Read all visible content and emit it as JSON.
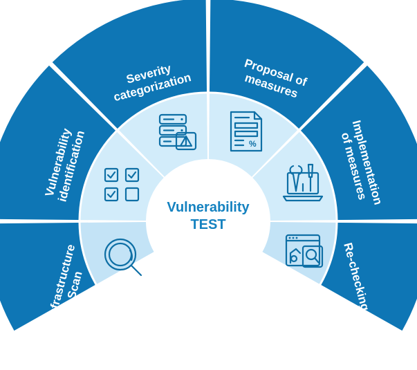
{
  "colors": {
    "outer_ring": "#0e76b5",
    "inner_ring": "#d2ecfa",
    "inner_ring_alt": "#c3e3f6",
    "divider": "#ffffff",
    "icon": "#0e6fa5",
    "center_text": "#1582c0"
  },
  "center": {
    "line1": "Vulnerability",
    "line2": "TEST"
  },
  "segments": [
    {
      "id": "infrastructure-scan",
      "lines": [
        "Infrastructure",
        "Scan"
      ],
      "icon": "magnifier-icon"
    },
    {
      "id": "vulnerability-identification",
      "lines": [
        "Vulnerability",
        "identification"
      ],
      "icon": "checklist-grid-icon"
    },
    {
      "id": "severity-categorization",
      "lines": [
        "Severity",
        "categorization"
      ],
      "icon": "server-warning-icon"
    },
    {
      "id": "proposal-of-measures",
      "lines": [
        "Proposal of",
        "measures"
      ],
      "icon": "document-percent-icon"
    },
    {
      "id": "implementation-of-measures",
      "lines": [
        "Implementation",
        "of measures"
      ],
      "icon": "tools-laptop-icon"
    },
    {
      "id": "re-checking",
      "lines": [
        "Re-checking"
      ],
      "icon": "browser-search-icon"
    }
  ]
}
